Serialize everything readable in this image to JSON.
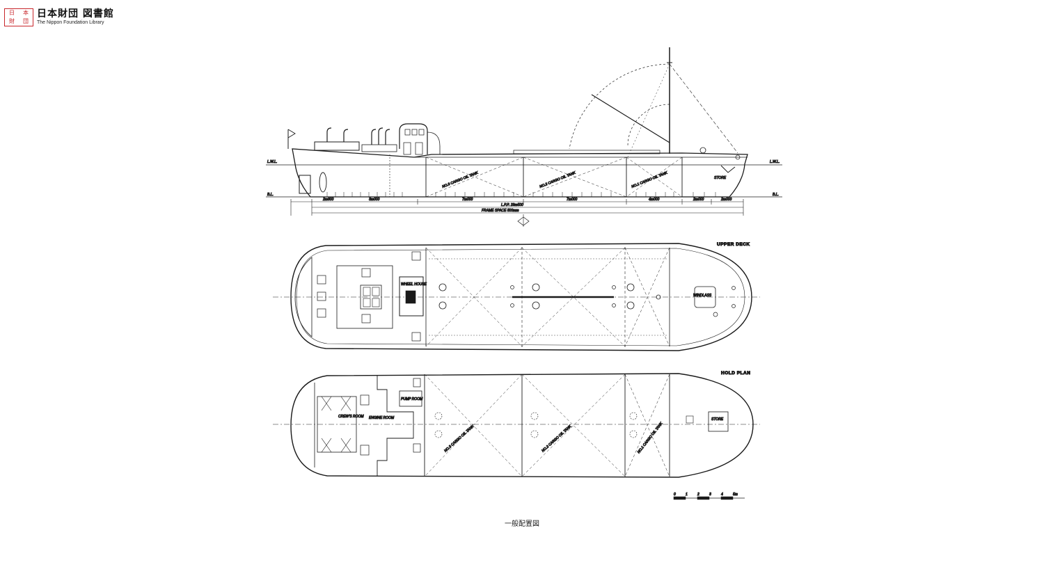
{
  "header": {
    "seal_chars": [
      "日",
      "本",
      "財",
      "団"
    ],
    "name_jp": "日本財団 図書館",
    "name_en": "The Nippon Foundation Library"
  },
  "profile": {
    "labels": {
      "lwl_left": "L.W.L.",
      "lwl_right": "L.W.L.",
      "bl_left": "B.L.",
      "bl_right": "B.L.",
      "tank3": "NO.3 CARGO OIL TANK",
      "tank2": "NO.2 CARGO OIL TANK",
      "tank1": "NO.1 CARGO OIL TANK",
      "store": "STORE",
      "lpp": "L.P.P. 29m500",
      "frame_space": "FRAME SPACE 500mm"
    },
    "dims": [
      "2m800",
      "3m000",
      "7m000",
      "7m000",
      "4m000",
      "2m000",
      "2m000"
    ]
  },
  "upper_deck": {
    "title": "UPPER DECK",
    "wheel_house": "WHEEL HOUSE",
    "windlass": "WINDLASS"
  },
  "hold_plan": {
    "title": "HOLD PLAN",
    "engine_room": "ENGINE ROOM",
    "crews_room": "CREW'S ROOM",
    "pump_room": "PUMP ROOM",
    "store": "STORE",
    "tank3": "NO.3 CARGO OIL TANK",
    "tank2": "NO.2 CARGO OIL TANK",
    "tank1": "NO.1 CARGO OIL TANK"
  },
  "scale_bar": {
    "ticks": [
      "0",
      "1",
      "2",
      "3",
      "4",
      "5m"
    ]
  },
  "caption": "一般配置図"
}
